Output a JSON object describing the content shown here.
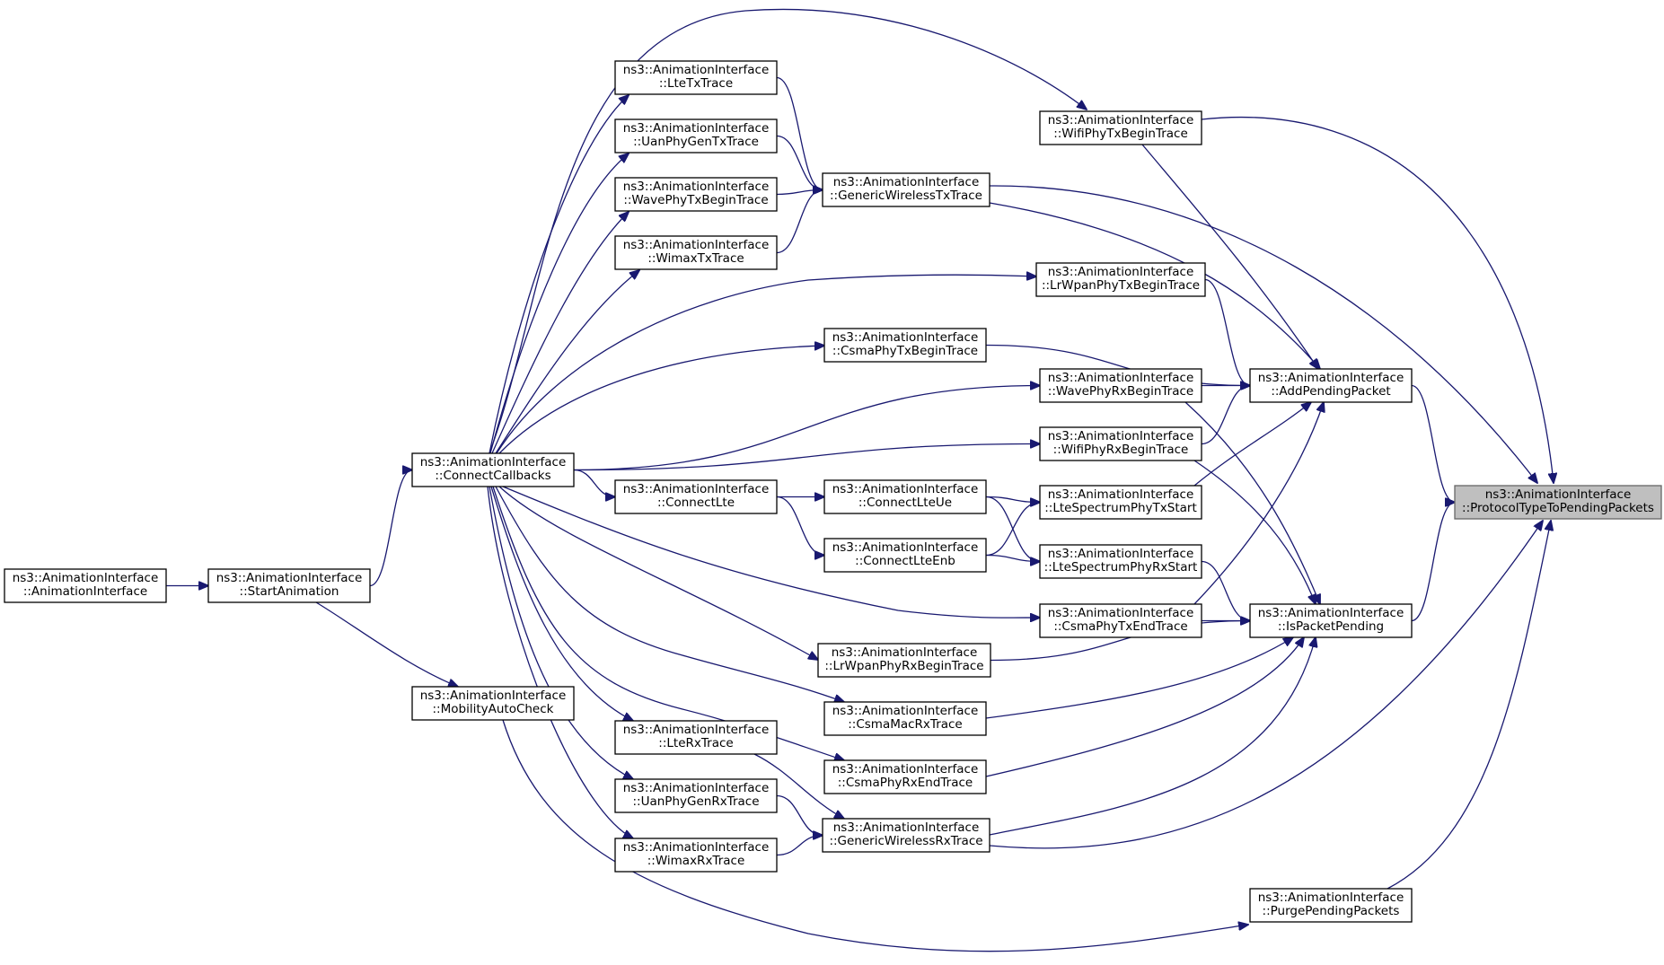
{
  "graph": {
    "title": "",
    "nodes": [
      {
        "id": "ProtocolTypeToPendingPackets",
        "line1": "ns3::AnimationInterface",
        "line2": "::ProtocolTypeToPendingPackets",
        "root": true
      },
      {
        "id": "AddPendingPacket",
        "line1": "ns3::AnimationInterface",
        "line2": "::AddPendingPacket"
      },
      {
        "id": "IsPacketPending",
        "line1": "ns3::AnimationInterface",
        "line2": "::IsPacketPending"
      },
      {
        "id": "PurgePendingPackets",
        "line1": "ns3::AnimationInterface",
        "line2": "::PurgePendingPackets"
      },
      {
        "id": "WifiPhyTxBeginTrace",
        "line1": "ns3::AnimationInterface",
        "line2": "::WifiPhyTxBeginTrace"
      },
      {
        "id": "LrWpanPhyTxBeginTrace",
        "line1": "ns3::AnimationInterface",
        "line2": "::LrWpanPhyTxBeginTrace"
      },
      {
        "id": "WavePhyRxBeginTrace",
        "line1": "ns3::AnimationInterface",
        "line2": "::WavePhyRxBeginTrace"
      },
      {
        "id": "WifiPhyRxBeginTrace",
        "line1": "ns3::AnimationInterface",
        "line2": "::WifiPhyRxBeginTrace"
      },
      {
        "id": "LteSpectrumPhyTxStart",
        "line1": "ns3::AnimationInterface",
        "line2": "::LteSpectrumPhyTxStart"
      },
      {
        "id": "LteSpectrumPhyRxStart",
        "line1": "ns3::AnimationInterface",
        "line2": "::LteSpectrumPhyRxStart"
      },
      {
        "id": "CsmaPhyTxEndTrace",
        "line1": "ns3::AnimationInterface",
        "line2": "::CsmaPhyTxEndTrace"
      },
      {
        "id": "GenericWirelessTxTrace",
        "line1": "ns3::AnimationInterface",
        "line2": "::GenericWirelessTxTrace"
      },
      {
        "id": "CsmaPhyTxBeginTrace",
        "line1": "ns3::AnimationInterface",
        "line2": "::CsmaPhyTxBeginTrace"
      },
      {
        "id": "ConnectLteUe",
        "line1": "ns3::AnimationInterface",
        "line2": "::ConnectLteUe"
      },
      {
        "id": "ConnectLteEnb",
        "line1": "ns3::AnimationInterface",
        "line2": "::ConnectLteEnb"
      },
      {
        "id": "LrWpanPhyRxBeginTrace",
        "line1": "ns3::AnimationInterface",
        "line2": "::LrWpanPhyRxBeginTrace"
      },
      {
        "id": "CsmaMacRxTrace",
        "line1": "ns3::AnimationInterface",
        "line2": "::CsmaMacRxTrace"
      },
      {
        "id": "CsmaPhyRxEndTrace",
        "line1": "ns3::AnimationInterface",
        "line2": "::CsmaPhyRxEndTrace"
      },
      {
        "id": "GenericWirelessRxTrace",
        "line1": "ns3::AnimationInterface",
        "line2": "::GenericWirelessRxTrace"
      },
      {
        "id": "LteTxTrace",
        "line1": "ns3::AnimationInterface",
        "line2": "::LteTxTrace"
      },
      {
        "id": "UanPhyGenTxTrace",
        "line1": "ns3::AnimationInterface",
        "line2": "::UanPhyGenTxTrace"
      },
      {
        "id": "WavePhyTxBeginTrace",
        "line1": "ns3::AnimationInterface",
        "line2": "::WavePhyTxBeginTrace"
      },
      {
        "id": "WimaxTxTrace",
        "line1": "ns3::AnimationInterface",
        "line2": "::WimaxTxTrace"
      },
      {
        "id": "ConnectLte",
        "line1": "ns3::AnimationInterface",
        "line2": "::ConnectLte"
      },
      {
        "id": "LteRxTrace",
        "line1": "ns3::AnimationInterface",
        "line2": "::LteRxTrace"
      },
      {
        "id": "UanPhyGenRxTrace",
        "line1": "ns3::AnimationInterface",
        "line2": "::UanPhyGenRxTrace"
      },
      {
        "id": "WimaxRxTrace",
        "line1": "ns3::AnimationInterface",
        "line2": "::WimaxRxTrace"
      },
      {
        "id": "ConnectCallbacks",
        "line1": "ns3::AnimationInterface",
        "line2": "::ConnectCallbacks"
      },
      {
        "id": "MobilityAutoCheck",
        "line1": "ns3::AnimationInterface",
        "line2": "::MobilityAutoCheck"
      },
      {
        "id": "StartAnimation",
        "line1": "ns3::AnimationInterface",
        "line2": "::StartAnimation"
      },
      {
        "id": "AnimationInterfaceCtor",
        "line1": "ns3::AnimationInterface",
        "line2": "::AnimationInterface"
      }
    ],
    "edges": [
      [
        "AddPendingPacket",
        "ProtocolTypeToPendingPackets"
      ],
      [
        "IsPacketPending",
        "ProtocolTypeToPendingPackets"
      ],
      [
        "PurgePendingPackets",
        "ProtocolTypeToPendingPackets"
      ],
      [
        "WifiPhyTxBeginTrace",
        "ProtocolTypeToPendingPackets"
      ],
      [
        "GenericWirelessTxTrace",
        "ProtocolTypeToPendingPackets"
      ],
      [
        "GenericWirelessRxTrace",
        "ProtocolTypeToPendingPackets"
      ],
      [
        "WifiPhyTxBeginTrace",
        "AddPendingPacket"
      ],
      [
        "GenericWirelessTxTrace",
        "AddPendingPacket"
      ],
      [
        "LrWpanPhyTxBeginTrace",
        "AddPendingPacket"
      ],
      [
        "CsmaPhyTxBeginTrace",
        "AddPendingPacket"
      ],
      [
        "WavePhyRxBeginTrace",
        "AddPendingPacket"
      ],
      [
        "WifiPhyRxBeginTrace",
        "AddPendingPacket"
      ],
      [
        "LteSpectrumPhyTxStart",
        "AddPendingPacket"
      ],
      [
        "CsmaPhyTxEndTrace",
        "AddPendingPacket"
      ],
      [
        "WavePhyRxBeginTrace",
        "IsPacketPending"
      ],
      [
        "WifiPhyRxBeginTrace",
        "IsPacketPending"
      ],
      [
        "LteSpectrumPhyRxStart",
        "IsPacketPending"
      ],
      [
        "CsmaPhyTxEndTrace",
        "IsPacketPending"
      ],
      [
        "LrWpanPhyRxBeginTrace",
        "IsPacketPending"
      ],
      [
        "CsmaMacRxTrace",
        "IsPacketPending"
      ],
      [
        "CsmaPhyRxEndTrace",
        "IsPacketPending"
      ],
      [
        "GenericWirelessRxTrace",
        "IsPacketPending"
      ],
      [
        "MobilityAutoCheck",
        "PurgePendingPackets"
      ],
      [
        "ConnectCallbacks",
        "WifiPhyTxBeginTrace"
      ],
      [
        "LteTxTrace",
        "GenericWirelessTxTrace"
      ],
      [
        "UanPhyGenTxTrace",
        "GenericWirelessTxTrace"
      ],
      [
        "WavePhyTxBeginTrace",
        "GenericWirelessTxTrace"
      ],
      [
        "WimaxTxTrace",
        "GenericWirelessTxTrace"
      ],
      [
        "ConnectCallbacks",
        "LteTxTrace"
      ],
      [
        "ConnectCallbacks",
        "UanPhyGenTxTrace"
      ],
      [
        "ConnectCallbacks",
        "WavePhyTxBeginTrace"
      ],
      [
        "ConnectCallbacks",
        "WimaxTxTrace"
      ],
      [
        "ConnectCallbacks",
        "LrWpanPhyTxBeginTrace"
      ],
      [
        "ConnectCallbacks",
        "CsmaPhyTxBeginTrace"
      ],
      [
        "ConnectCallbacks",
        "WavePhyRxBeginTrace"
      ],
      [
        "ConnectCallbacks",
        "WifiPhyRxBeginTrace"
      ],
      [
        "ConnectCallbacks",
        "ConnectLte"
      ],
      [
        "ConnectLte",
        "ConnectLteUe"
      ],
      [
        "ConnectLte",
        "ConnectLteEnb"
      ],
      [
        "ConnectLteUe",
        "LteSpectrumPhyTxStart"
      ],
      [
        "ConnectLteUe",
        "LteSpectrumPhyRxStart"
      ],
      [
        "ConnectLteEnb",
        "LteSpectrumPhyTxStart"
      ],
      [
        "ConnectLteEnb",
        "LteSpectrumPhyRxStart"
      ],
      [
        "ConnectCallbacks",
        "CsmaPhyTxEndTrace"
      ],
      [
        "ConnectCallbacks",
        "LrWpanPhyRxBeginTrace"
      ],
      [
        "ConnectCallbacks",
        "CsmaMacRxTrace"
      ],
      [
        "ConnectCallbacks",
        "CsmaPhyRxEndTrace"
      ],
      [
        "ConnectCallbacks",
        "LteRxTrace"
      ],
      [
        "ConnectCallbacks",
        "UanPhyGenRxTrace"
      ],
      [
        "ConnectCallbacks",
        "WimaxRxTrace"
      ],
      [
        "LteRxTrace",
        "GenericWirelessRxTrace"
      ],
      [
        "UanPhyGenRxTrace",
        "GenericWirelessRxTrace"
      ],
      [
        "WimaxRxTrace",
        "GenericWirelessRxTrace"
      ],
      [
        "StartAnimation",
        "ConnectCallbacks"
      ],
      [
        "StartAnimation",
        "MobilityAutoCheck"
      ],
      [
        "AnimationInterfaceCtor",
        "StartAnimation"
      ]
    ]
  }
}
